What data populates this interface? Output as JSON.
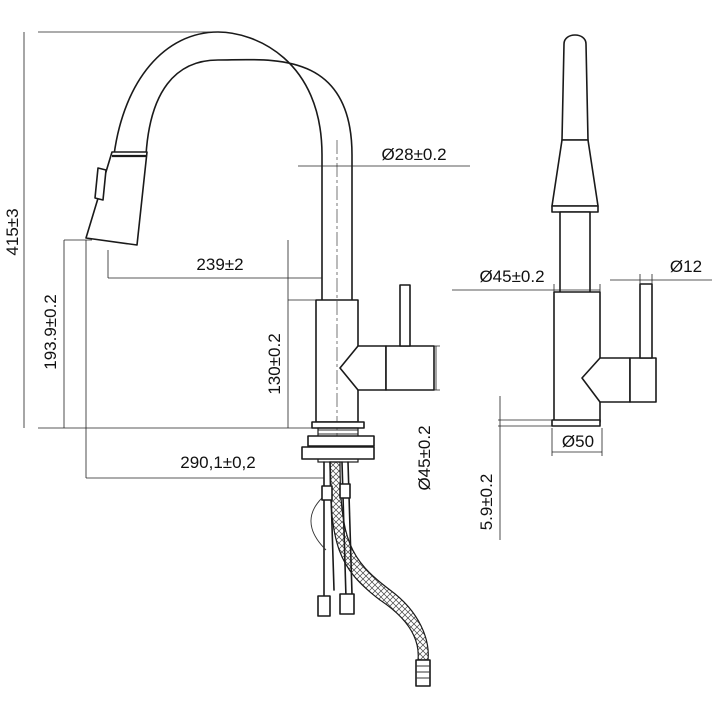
{
  "dimensions": {
    "height_total": "415±3",
    "spout_reach_height": "193.9±0.2",
    "spout_reach": "239±2",
    "body_height": "130±0.2",
    "spout_diameter": "Ø28±0.2",
    "reach_to_base": "290,1±0,2",
    "base_height": "Ø45±0.2",
    "side_body_diameter": "Ø45±0.2",
    "handle_diameter": "Ø12",
    "base_diameter": "Ø50",
    "deck_thickness": "5.9±0.2"
  },
  "icons": {
    "front": "faucet-front-view",
    "side": "faucet-side-view"
  }
}
